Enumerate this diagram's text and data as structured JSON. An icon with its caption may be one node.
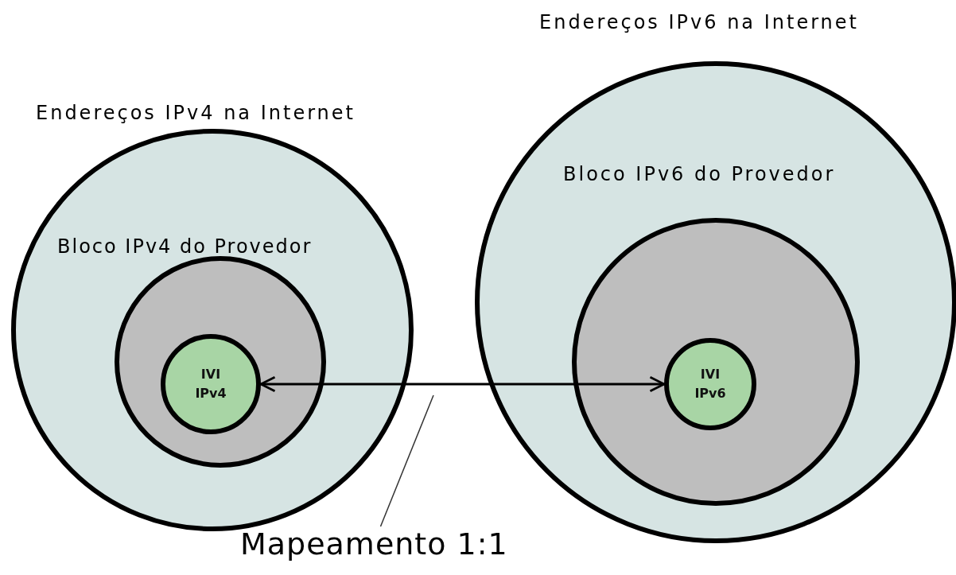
{
  "diagram": {
    "nodes": [
      {
        "text": [
          "Endereços IPv4 na Internet"
        ]
      },
      {
        "text": [
          "Bloco IPv4 do Provedor"
        ],
        "in": 0
      },
      {
        "text": [
          "IVI IPv4"
        ],
        "in": 1
      },
      {
        "text": [
          "Endereços IPv6 na Internet"
        ]
      },
      {
        "text": [
          "Bloco IPv6 do Provedor"
        ],
        "in": 3
      },
      {
        "text": [
          "IVI IPv6"
        ],
        "in": 4
      },
      {
        "text": [
          "Mapeamento 1:1"
        ]
      }
    ],
    "edges": [
      {
        "from": 2,
        "to": 5,
        "arrow": "both"
      },
      {
        "from": 6,
        "to": null,
        "arrow": "none"
      }
    ]
  }
}
